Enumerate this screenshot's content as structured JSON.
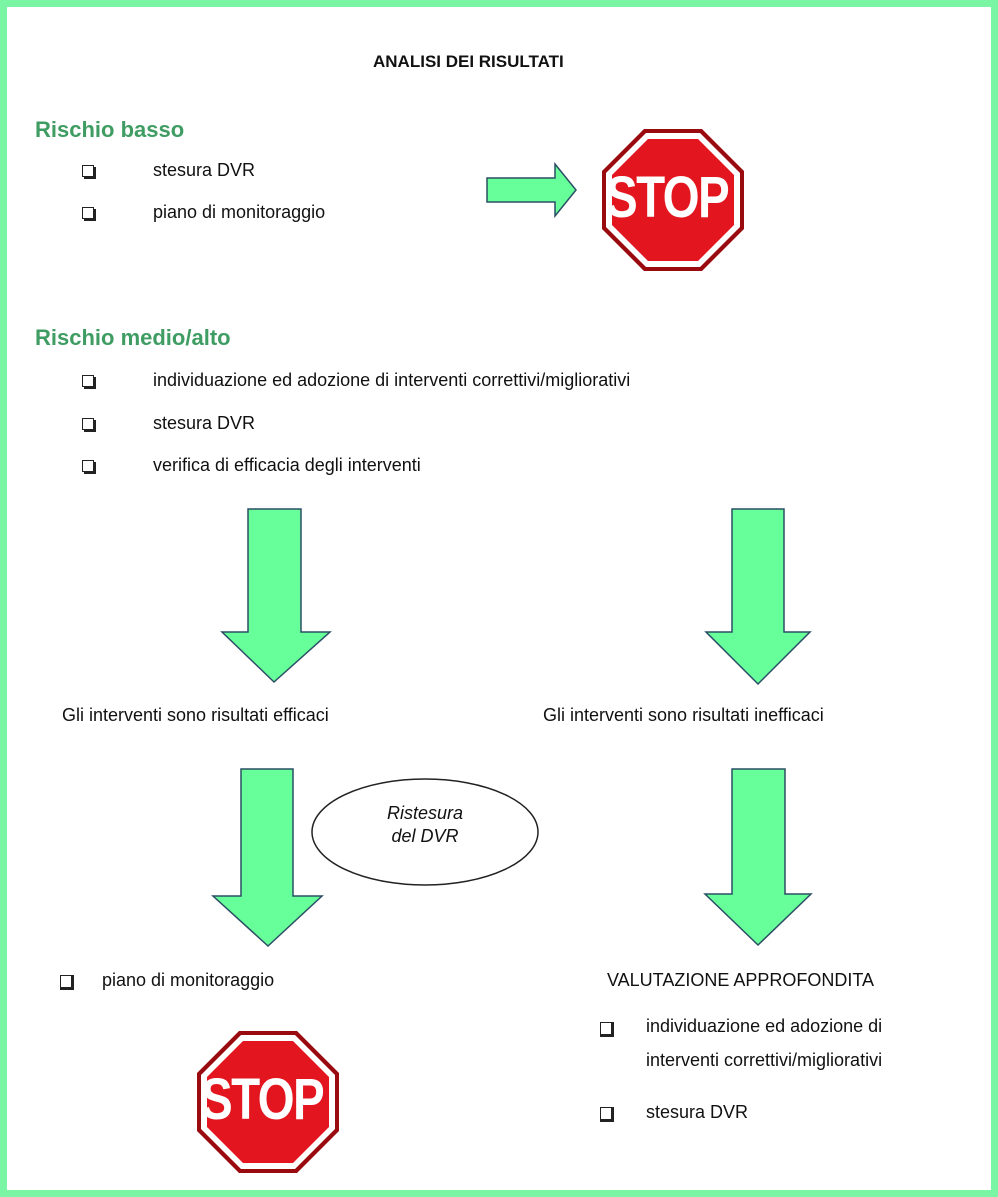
{
  "title": "ANALISI DEI RISULTATI",
  "low_risk": {
    "heading": "Rischio basso",
    "items": [
      "stesura DVR",
      "piano di monitoraggio"
    ],
    "stop_sign": "STOP"
  },
  "mid_risk": {
    "heading": "Rischio medio/alto",
    "items": [
      "individuazione ed adozione di interventi correttivi/migliorativi",
      "stesura DVR",
      "verifica di efficacia degli interventi"
    ]
  },
  "branches": {
    "effective": "Gli interventi sono risultati efficaci",
    "ineffective": "Gli interventi sono risultati inefficaci"
  },
  "ellipse_note": {
    "line1": "Ristesura",
    "line2": "del DVR"
  },
  "effective_outcome": {
    "item": "piano di monitoraggio",
    "stop_sign": "STOP"
  },
  "ineffective_outcome": {
    "heading": "VALUTAZIONE APPROFONDITA",
    "items": [
      {
        "line1": "individuazione ed adozione di",
        "line2": "interventi correttivi/migliorativi"
      },
      {
        "line1": "stesura DVR"
      }
    ]
  },
  "colors": {
    "border": "#7af5a4",
    "heading": "#3f9d63",
    "arrow_fill": "#66ff99",
    "arrow_stroke": "#2a4f64",
    "stop_red": "#e3161f"
  },
  "icons": [
    "checkbox-icon",
    "right-arrow-icon",
    "down-arrow-icon",
    "stop-sign-icon"
  ]
}
